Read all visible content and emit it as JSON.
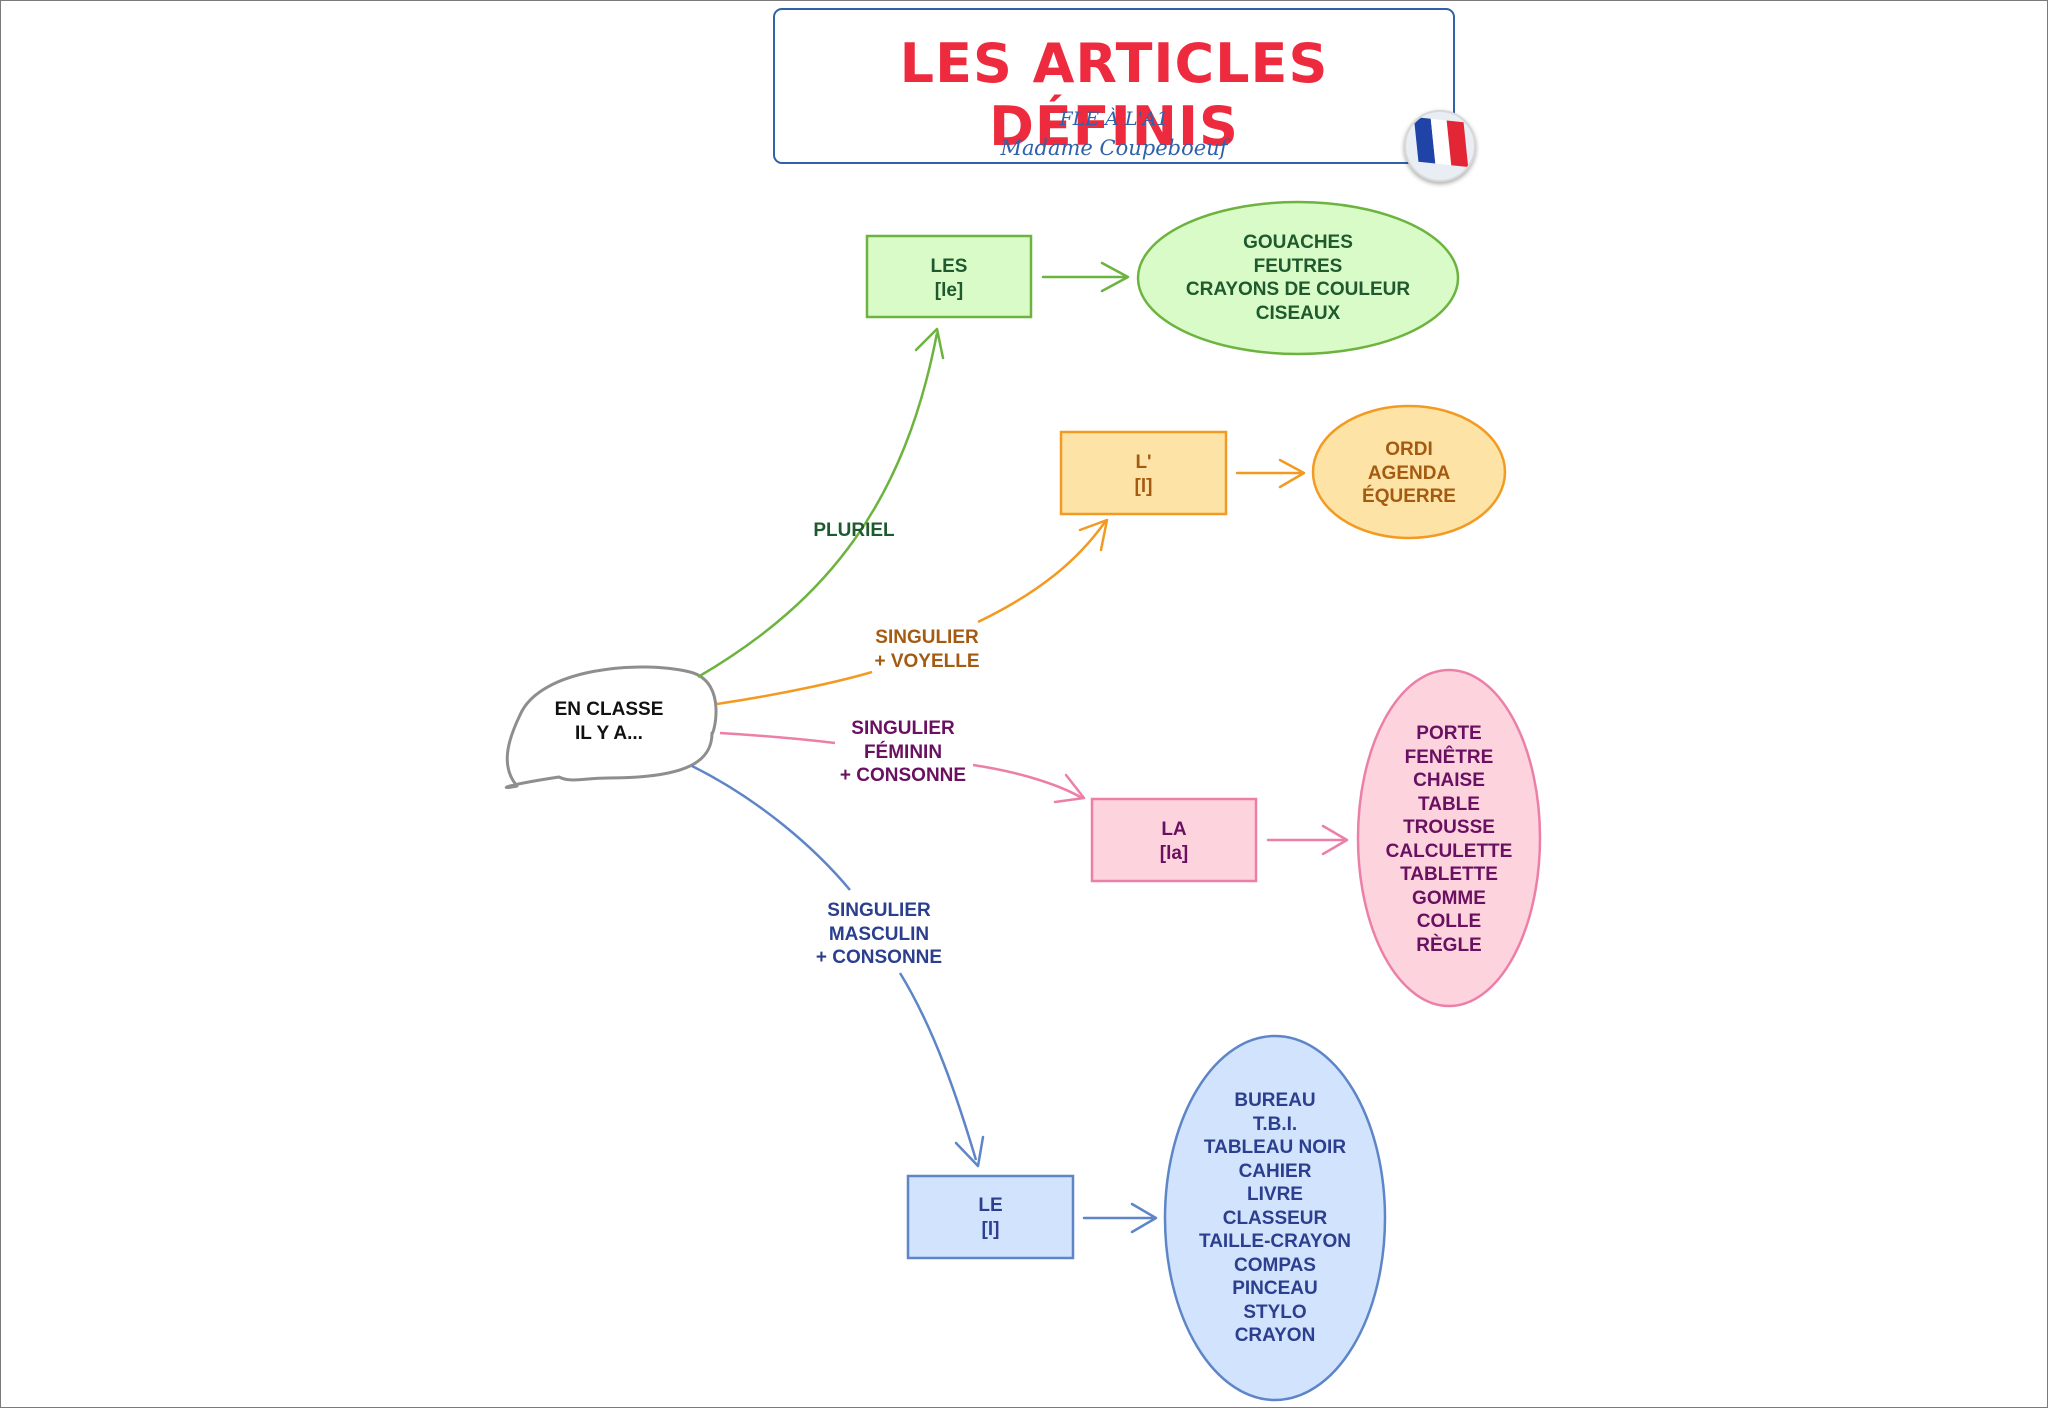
{
  "header": {
    "title": "LES ARTICLES DÉFINIS",
    "subtitle": "FLE À L'A1",
    "author": "Madame Coupeboeuf",
    "flag_icon": "french-flag-icon"
  },
  "center": {
    "label": "EN CLASSE\nIL Y A..."
  },
  "branches": {
    "les": {
      "edge_label": "PLURIEL",
      "article": "LES\n[le]",
      "nouns": "GOUACHES\nFEUTRES\nCRAYONS DE COULEUR\nCISEAUX"
    },
    "l": {
      "edge_label": "SINGULIER\n+ VOYELLE",
      "article": "L'\n[l]",
      "nouns": "ORDI\nAGENDA\nÉQUERRE"
    },
    "la": {
      "edge_label": "SINGULIER\nFÉMININ\n+ CONSONNE",
      "article": "LA\n[la]",
      "nouns": "PORTE\nFENÊTRE\nCHAISE\nTABLE\nTROUSSE\nCALCULETTE\nTABLETTE\nGOMME\nCOLLE\nRÈGLE"
    },
    "le": {
      "edge_label": "SINGULIER\nMASCULIN\n+ CONSONNE",
      "article": "LE\n[l]",
      "nouns": "BUREAU\nT.B.I.\nTABLEAU NOIR\nCAHIER\nLIVRE\nCLASSEUR\nTAILLE-CRAYON\nCOMPAS\nPINCEAU\nSTYLO\nCRAYON"
    }
  },
  "colors": {
    "green_stroke": "#6db33f",
    "green_fill": "#d9fbc8",
    "green_text": "#1e5a2e",
    "orange_stroke": "#f39a23",
    "orange_fill": "#fde4a6",
    "orange_text": "#a55a12",
    "pink_stroke": "#ec7fa8",
    "pink_fill": "#fdd3de",
    "pink_text": "#6a1060",
    "blue_stroke": "#5d85c8",
    "blue_fill": "#d2e4fd",
    "blue_text": "#2c3f8f",
    "title_red": "#ee2a3f",
    "title_blue": "#2f62a8"
  }
}
